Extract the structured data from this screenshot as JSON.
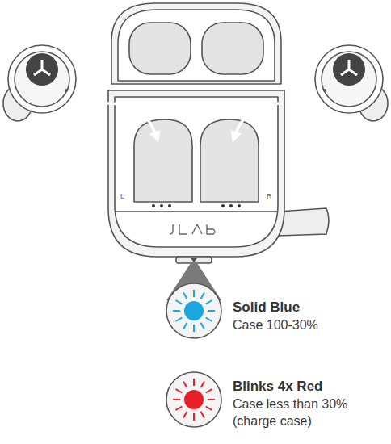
{
  "diagram": {
    "labels": [
      "L",
      "R",
      "Solid Blue",
      "Case 100-30%",
      "Blinks 4x Red",
      "Case less than 30% (charge case)"
    ]
  }
}
